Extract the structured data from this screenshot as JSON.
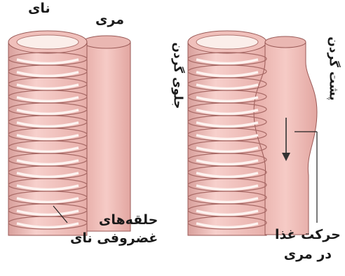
{
  "labels": {
    "trachea": "نای",
    "esophagus": "مری",
    "cartilage_rings_line1": "حلقه‌های",
    "cartilage_rings_line2": "غضروفی نای",
    "front_of_neck": "جلوی گردن",
    "back_of_neck": "پشت گردن",
    "food_movement_line1": "حرکت غذا",
    "food_movement_line2": "در مری"
  },
  "colors": {
    "tissue": "#f2c4c0",
    "tissue_shade": "#d89c98",
    "ring_inner": "#fbeeea",
    "outline": "#8a4a48",
    "arrow": "#333333"
  }
}
